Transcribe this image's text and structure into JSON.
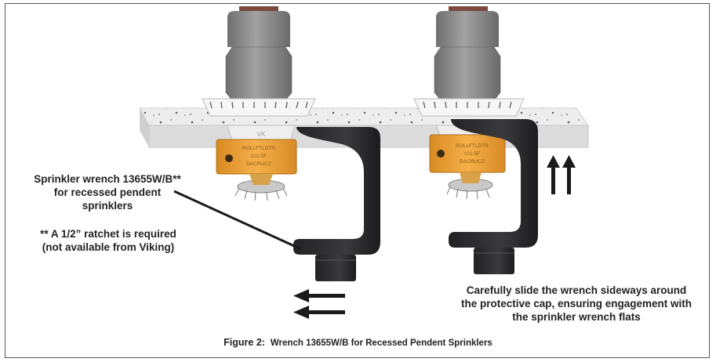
{
  "callouts": {
    "wrench_line1": "Sprinkler wrench 13655W/B**",
    "wrench_line2": "for recessed pendent",
    "wrench_line3": "sprinklers",
    "note_line1": "** A 1/2” ratchet is required",
    "note_line2": "(not available from Viking)",
    "slide_line1": "Carefully slide the wrench sideways around",
    "slide_line2": "the protective cap, ensuring engagement with",
    "slide_line3": "the sprinkler wrench flats"
  },
  "caption": {
    "prefix": "Figure 2:",
    "title": "Wrench 13655W/B for Recessed Pendent Sprinklers"
  },
  "labels": {
    "cap_marking_1": "ROLLFTLDTR",
    "cap_marking_2": "101:5F",
    "cap_marking_3": "DACRUCZ",
    "escutcheon_marking": "VK"
  },
  "colors": {
    "wrench": "#2e2e30",
    "cap": "#f0a53a",
    "pipe": "#8c8c8c",
    "ceiling": "#ededed",
    "arrow": "#1a1a1a"
  },
  "icons": [
    "arrow-left-icon",
    "arrow-up-icon"
  ]
}
